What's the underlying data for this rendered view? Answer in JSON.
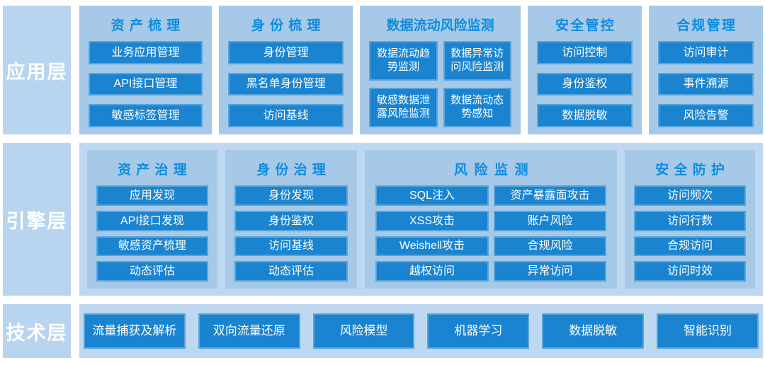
{
  "colors": {
    "page_background": "#ffffff",
    "layer_label_bg": "#b9d4ef",
    "row_container_bg": "#bed8f1",
    "group_panel_bg": "#a6c9e7",
    "item_bg": "#1a84d0",
    "item_border": "#58a5db",
    "title_text": "#0d8cdf",
    "item_text": "#ffffff"
  },
  "layers": [
    {
      "label": "应用层",
      "groups": [
        {
          "title": "资产梳理",
          "items": [
            "业务应用管理",
            "API接口管理",
            "敏感标签管理"
          ]
        },
        {
          "title": "身份梳理",
          "items": [
            "身份管理",
            "黑名单身份管理",
            "访问基线"
          ]
        },
        {
          "title": "数据流动风险监测",
          "items": [
            "数据流动趋势监测",
            "数据异常访问风险监测",
            "敏感数据泄露风险监测",
            "数据流动态势感知"
          ]
        },
        {
          "title": "安全管控",
          "items": [
            "访问控制",
            "身份鉴权",
            "数据脱敏"
          ]
        },
        {
          "title": "合规管理",
          "items": [
            "访问审计",
            "事件溯源",
            "风险告警"
          ]
        }
      ]
    },
    {
      "label": "引擎层",
      "groups": [
        {
          "title": "资产治理",
          "items": [
            "应用发现",
            "API接口发现",
            "敏感资产梳理",
            "动态评估"
          ]
        },
        {
          "title": "身份治理",
          "items": [
            "身份发现",
            "身份鉴权",
            "访问基线",
            "动态评估"
          ]
        },
        {
          "title": "风险监测",
          "items": [
            "SQL注入",
            "资产暴露面攻击",
            "XSS攻击",
            "账户风险",
            "Weishell攻击",
            "合规风险",
            "越权访问",
            "异常访问"
          ]
        },
        {
          "title": "安全防护",
          "items": [
            "访问频次",
            "访问行数",
            "合规访问",
            "访问时效"
          ]
        }
      ]
    },
    {
      "label": "技术层",
      "items": [
        "流量捕获及解析",
        "双向流量还原",
        "风险模型",
        "机器学习",
        "数据脱敏",
        "智能识别"
      ]
    }
  ]
}
